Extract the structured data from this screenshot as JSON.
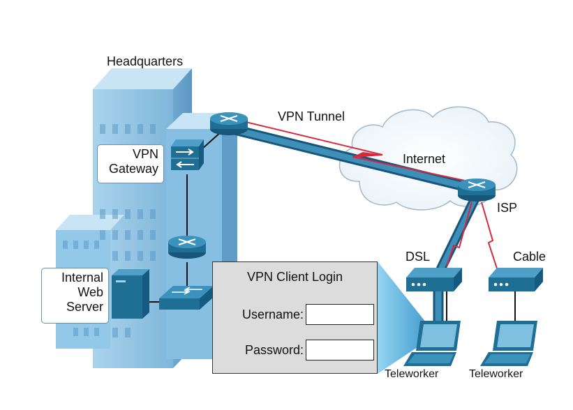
{
  "labels": {
    "headquarters": "Headquarters",
    "vpn_tunnel": "VPN Tunnel",
    "internet": "Internet",
    "isp": "ISP",
    "dsl": "DSL",
    "cable": "Cable",
    "teleworker_1": "Teleworker",
    "teleworker_2": "Teleworker"
  },
  "vpn_gateway": {
    "line1": "VPN",
    "line2": "Gateway"
  },
  "web_server": {
    "line1": "Internal",
    "line2": "Web",
    "line3": "Server"
  },
  "login": {
    "title": "VPN Client Login",
    "username_label": "Username:",
    "password_label": "Password:",
    "username_value": "",
    "password_value": ""
  },
  "colors": {
    "device_blue": "#1f6e94",
    "building_blue": "#8fc3e3",
    "tunnel_red": "#d8283f",
    "panel_gray": "#dcdcdc"
  }
}
